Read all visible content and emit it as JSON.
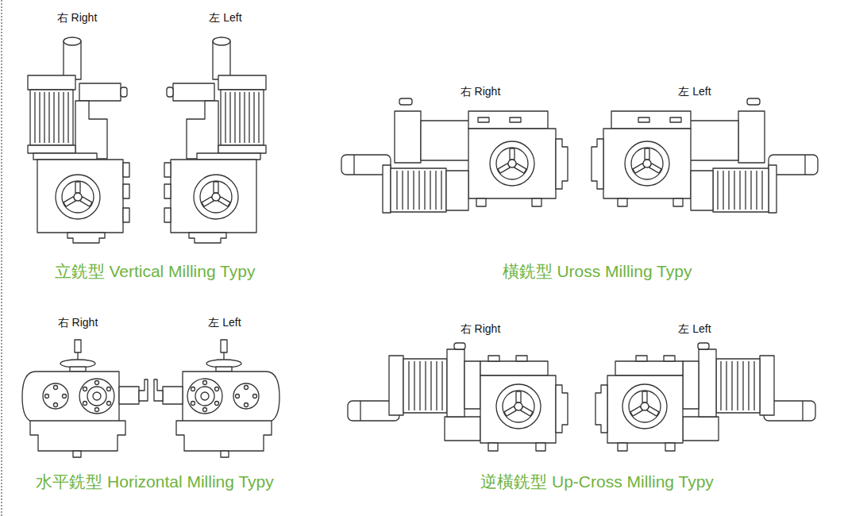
{
  "diagram": {
    "labels": [
      "右 Right",
      "左 Left",
      "右 Right",
      "左 Left",
      "立銑型 Vertical Milling Typy",
      "橫銑型 Uross Milling Typy",
      "右 Right",
      "左 Left",
      "右 Right",
      "左 Left",
      "水平銑型 Horizontal Milling Typy",
      "逆橫銑型 Up-Cross Milling Typy"
    ]
  }
}
